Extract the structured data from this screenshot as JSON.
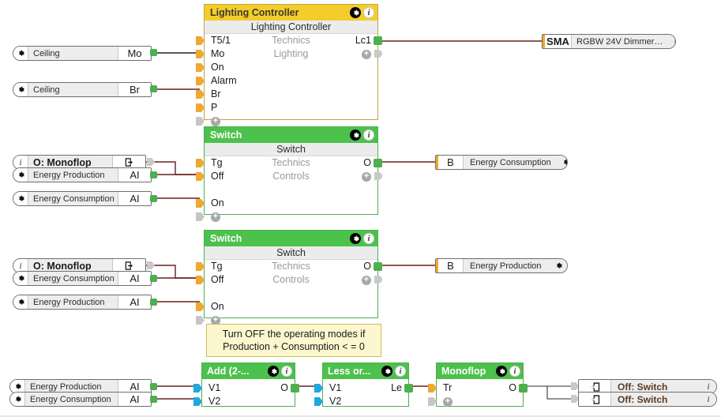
{
  "blocks": [
    {
      "id": "lighting-controller",
      "title": "Lighting Controller",
      "subtitle": "Lighting Controller",
      "category_line1": "Technics",
      "category_line2": "Lighting",
      "inputs": [
        "T5/1",
        "Mo",
        "On",
        "Alarm",
        "Br",
        "P"
      ],
      "outputs": [
        "Lc1"
      ]
    },
    {
      "id": "switch-1",
      "title": "Switch",
      "subtitle": "Switch",
      "category_line1": "Technics",
      "category_line2": "Controls",
      "inputs": [
        "Tg",
        "Off",
        "On"
      ],
      "outputs": [
        "O"
      ]
    },
    {
      "id": "switch-2",
      "title": "Switch",
      "subtitle": "Switch",
      "category_line1": "Technics",
      "category_line2": "Controls",
      "inputs": [
        "Tg",
        "Off",
        "On"
      ],
      "outputs": [
        "O"
      ]
    },
    {
      "id": "add-block",
      "title": "Add (2-...",
      "inputs": [
        "V1",
        "V2"
      ],
      "outputs": [
        "O"
      ]
    },
    {
      "id": "less-or-block",
      "title": "Less or...",
      "inputs": [
        "V1",
        "V2"
      ],
      "outputs": [
        "Le"
      ]
    },
    {
      "id": "monoflop-block",
      "title": "Monoflop",
      "inputs": [
        "Tr"
      ],
      "outputs": [
        "O"
      ]
    }
  ],
  "left_nodes": [
    {
      "id": "ceiling-mo",
      "name": "Ceiling",
      "type": "Mo",
      "badge": "gear-icon"
    },
    {
      "id": "ceiling-br",
      "name": "Ceiling",
      "type": "Br",
      "badge": "gear-icon"
    },
    {
      "id": "o-monoflop-1",
      "name": "O: Monoflop",
      "type": "",
      "badge": "info-icon"
    },
    {
      "id": "energy-prod-1",
      "name": "Energy Production",
      "type": "AI",
      "badge": "gear-icon"
    },
    {
      "id": "energy-cons-1",
      "name": "Energy Consumption",
      "type": "AI",
      "badge": "gear-icon"
    },
    {
      "id": "o-monoflop-2",
      "name": "O: Monoflop",
      "type": "",
      "badge": "info-icon"
    },
    {
      "id": "energy-cons-2",
      "name": "Energy Consumption",
      "type": "AI",
      "badge": "gear-icon"
    },
    {
      "id": "energy-prod-2",
      "name": "Energy Production",
      "type": "AI",
      "badge": "gear-icon"
    },
    {
      "id": "energy-prod-3",
      "name": "Energy Production",
      "type": "AI",
      "badge": "gear-icon"
    },
    {
      "id": "energy-cons-3",
      "name": "Energy Consumption",
      "type": "AI",
      "badge": "gear-icon"
    }
  ],
  "right_nodes": {
    "sma": {
      "tag": "SMA",
      "label": "RGBW 24V Dimmer…"
    },
    "b_consumption": {
      "tag": "B",
      "label": "Energy Consumption"
    },
    "b_production": {
      "tag": "B",
      "label": "Energy Production"
    },
    "off_switch_1": {
      "label": "Off: Switch"
    },
    "off_switch_2": {
      "label": "Off: Switch"
    }
  },
  "comment": {
    "line1": "Turn OFF the operating modes if",
    "line2": "Production + Consumption < = 0"
  },
  "colors": {
    "header_yellow": "#f5cd2a",
    "header_green": "#4cc14c",
    "connector_in": "#f0a830",
    "connector_in_blue": "#1fa7e0",
    "connector_out": "#4caf50",
    "wire_dark_red": "#6b1e1e",
    "wire_black": "#222222",
    "comment_bg": "#fdf7cf"
  },
  "icons": {
    "gear": "gear-icon",
    "info": "info-icon",
    "plus": "plus-icon",
    "export": "export-icon",
    "import": "import-icon"
  }
}
